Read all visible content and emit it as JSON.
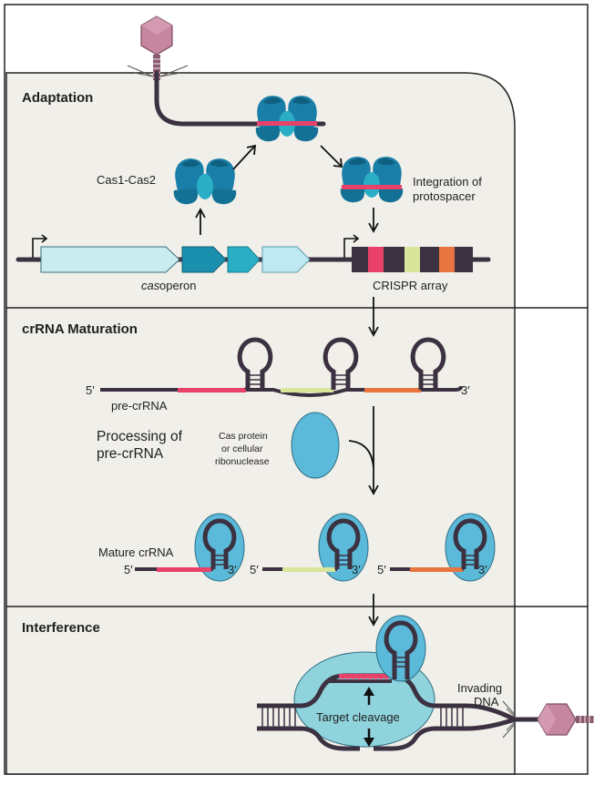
{
  "sections": {
    "adaptation": "Adaptation",
    "maturation": "crRNA Maturation",
    "interference": "Interference"
  },
  "labels": {
    "cas1_cas2": "Cas1-Cas2",
    "integration_line1": "Integration of",
    "integration_line2": "protospacer",
    "cas_italic": "cas",
    "operon": " operon",
    "crispr_array": "CRISPR array",
    "pre_crrna": "pre-crRNA",
    "processing_line1": "Processing of",
    "processing_line2": "pre-crRNA",
    "cas_protein_line1": "Cas protein",
    "cas_protein_line2": "or cellular",
    "cas_protein_line3": "ribonuclease",
    "mature_crrna": "Mature crRNA",
    "target_cleavage": "Target cleavage",
    "invading_line1": "Invading",
    "invading_line2": "DNA",
    "five_prime": "5′",
    "three_prime": "3′"
  },
  "colors": {
    "cell_fill": "#f1efe9",
    "cas_blue": "#1a7fa8",
    "cas_dark": "#0f5f80",
    "operon_light": "#c9ecef",
    "operon_teal": "#2aaec6",
    "operon_deep": "#1a8fae",
    "operon_pale": "#bfe8f3",
    "spacer_pink": "#e8416a",
    "spacer_yellow": "#d9e59a",
    "spacer_orange": "#e8743f",
    "rna_dark": "#3b3140",
    "protein_blue": "#5bbad9",
    "target_bubble": "#8fd3dc",
    "phage_head": "#c7869f"
  }
}
